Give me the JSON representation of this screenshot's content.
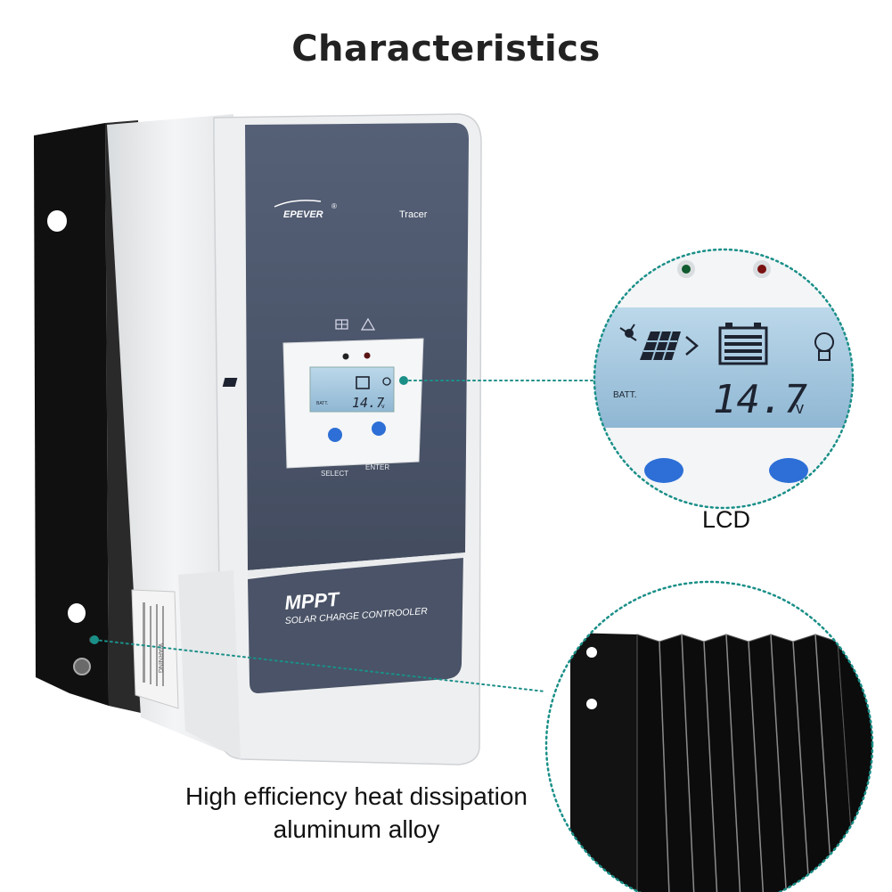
{
  "title": "Characteristics",
  "device": {
    "brand": "EPEVER",
    "brand_mark": "®",
    "model": "Tracer",
    "mppt": "MPPT",
    "subtitle": "SOLAR CHARGE CONTROOLER",
    "select_label": "SELECT",
    "enter_label": "ENTER",
    "warning_label": "WARNING"
  },
  "lcd": {
    "batt_label": "BATT.",
    "reading": "14.7",
    "unit": "v"
  },
  "captions": {
    "lcd": "LCD",
    "heat_line1": "High efficiency heat dissipation",
    "heat_line2": "aluminum alloy"
  },
  "colors": {
    "panel": "#4a5468",
    "lcd_bg": "#9fc4dc",
    "button": "#2d6fd6",
    "leader": "#1a8f88",
    "heatsink": "#141414"
  }
}
